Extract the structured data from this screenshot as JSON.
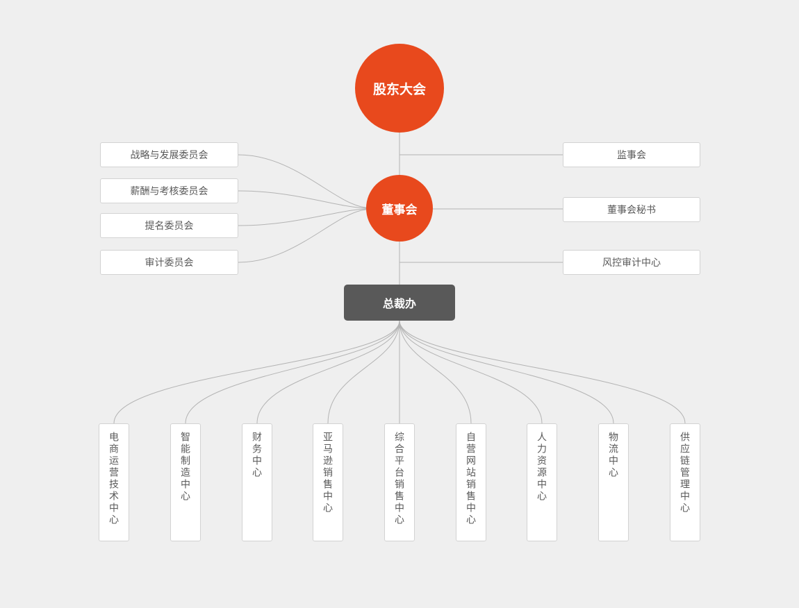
{
  "chart": {
    "root": {
      "label": "股东大会"
    },
    "board": {
      "label": "董事会"
    },
    "president_office": {
      "label": "总裁办"
    },
    "left_committees": [
      {
        "label": "战略与发展委员会"
      },
      {
        "label": "薪酬与考核委员会"
      },
      {
        "label": "提名委员会"
      },
      {
        "label": "审计委员会"
      }
    ],
    "right_bodies": [
      {
        "label": "监事会"
      },
      {
        "label": "董事会秘书"
      },
      {
        "label": "风控审计中心"
      }
    ],
    "departments": [
      {
        "label": "电商运营技术中心"
      },
      {
        "label": "智能制造中心"
      },
      {
        "label": "财务中心"
      },
      {
        "label": "亚马逊销售中心"
      },
      {
        "label": "综合平台销售中心"
      },
      {
        "label": "自营网站销售中心"
      },
      {
        "label": "人力资源中心"
      },
      {
        "label": "物流中心"
      },
      {
        "label": "供应链管理中心"
      }
    ],
    "colors": {
      "accent": "#e8491d",
      "dark_node": "#595959",
      "background": "#efefef",
      "node_border": "#d2d2d2",
      "line": "#b3b3b3",
      "text": "#595959"
    }
  }
}
